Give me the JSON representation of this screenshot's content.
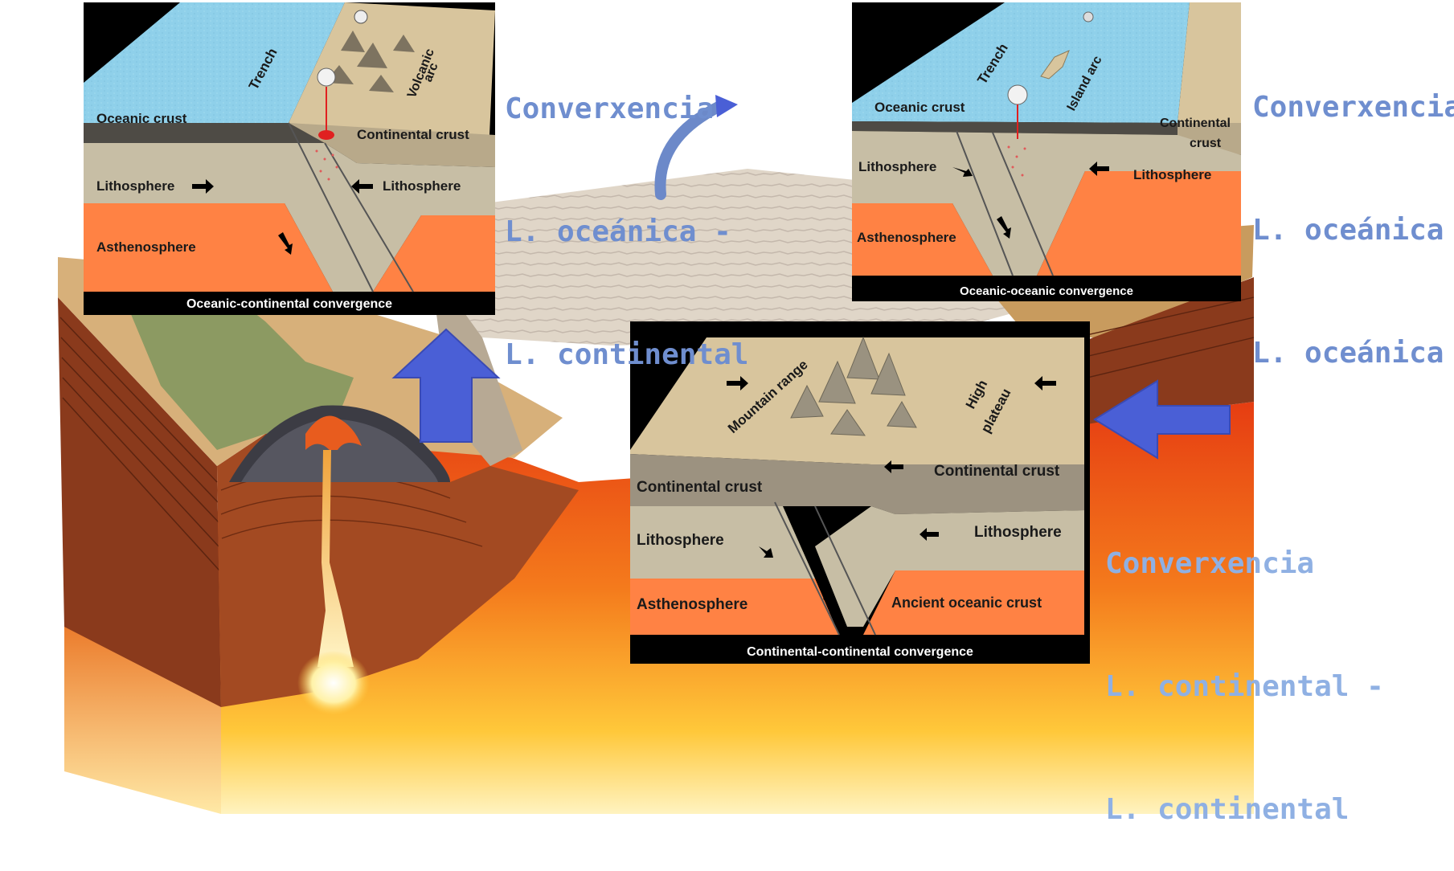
{
  "colors": {
    "ocean": "#8fd0ea",
    "crust_continental": "#d8c59d",
    "lithosphere": "#c7bea5",
    "asthenosphere": "#ff8244",
    "arrow_blue": "#4a5fd6",
    "label_blue": "#6f8ecf",
    "label_blue_light": "#8fb0e3"
  },
  "panels": {
    "oceanic_continental": {
      "trench": "Trench",
      "volcanic_arc_1": "Volcanic",
      "volcanic_arc_2": "arc",
      "oceanic_crust": "Oceanic crust",
      "continental_crust": "Continental crust",
      "lithosphere_left": "Lithosphere",
      "lithosphere_right": "Lithosphere",
      "asthenosphere": "Asthenosphere",
      "caption": "Oceanic-continental convergence"
    },
    "oceanic_oceanic": {
      "trench": "Trench",
      "island_arc": "Island arc",
      "oceanic_crust": "Oceanic crust",
      "continental_crust_1": "Continental",
      "continental_crust_2": "crust",
      "lithosphere_left": "Lithosphere",
      "lithosphere_right": "Lithosphere",
      "asthenosphere": "Asthenosphere",
      "caption": "Oceanic-oceanic convergence"
    },
    "continental_continental": {
      "mountain_range": "Mountain range",
      "high_plateau_1": "High",
      "high_plateau_2": "plateau",
      "continental_crust_left": "Continental crust",
      "continental_crust_right": "Continental crust",
      "lithosphere_left": "Lithosphere",
      "lithosphere_right": "Lithosphere",
      "asthenosphere": "Asthenosphere",
      "ancient_oceanic_crust": "Ancient oceanic crust",
      "caption": "Continental-continental convergence"
    }
  },
  "labels": {
    "oc": {
      "line1": "Converxencia",
      "line2": "L. oceánica -",
      "line3": "L. continental"
    },
    "oo": {
      "line1": "Converxencia",
      "line2": "L. oceánica -",
      "line3": "L. oceánica"
    },
    "cc": {
      "line1": "Converxencia",
      "line2": "L. continental -",
      "line3": "L. continental"
    }
  }
}
